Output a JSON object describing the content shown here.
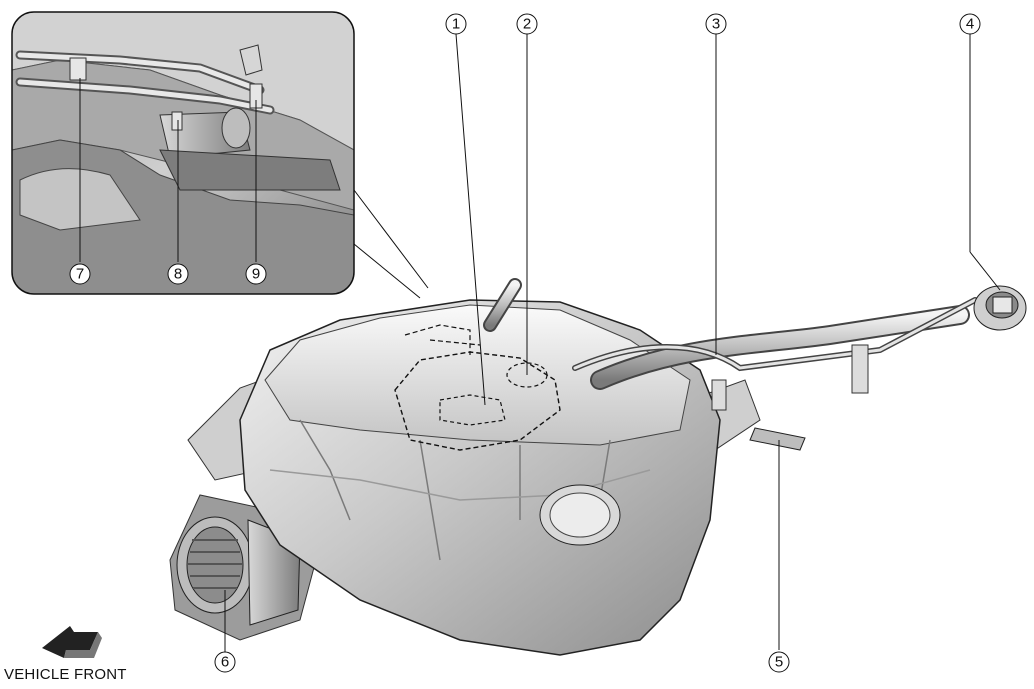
{
  "callouts": [
    {
      "id": "1",
      "label": "①"
    },
    {
      "id": "2",
      "label": "②"
    },
    {
      "id": "3",
      "label": "③"
    },
    {
      "id": "4",
      "label": "④"
    },
    {
      "id": "5",
      "label": "⑤"
    },
    {
      "id": "6",
      "label": "⑥"
    },
    {
      "id": "7",
      "label": "⑦"
    },
    {
      "id": "8",
      "label": "⑧"
    },
    {
      "id": "9",
      "label": "⑨"
    }
  ],
  "orientation": {
    "label": "VEHICLE FRONT",
    "arrow_icon": "front-arrow-icon"
  },
  "colors": {
    "metal_light": "#e6e6e6",
    "metal_mid": "#b8b8b8",
    "metal_dark": "#6f6f6f",
    "line": "#111111"
  }
}
